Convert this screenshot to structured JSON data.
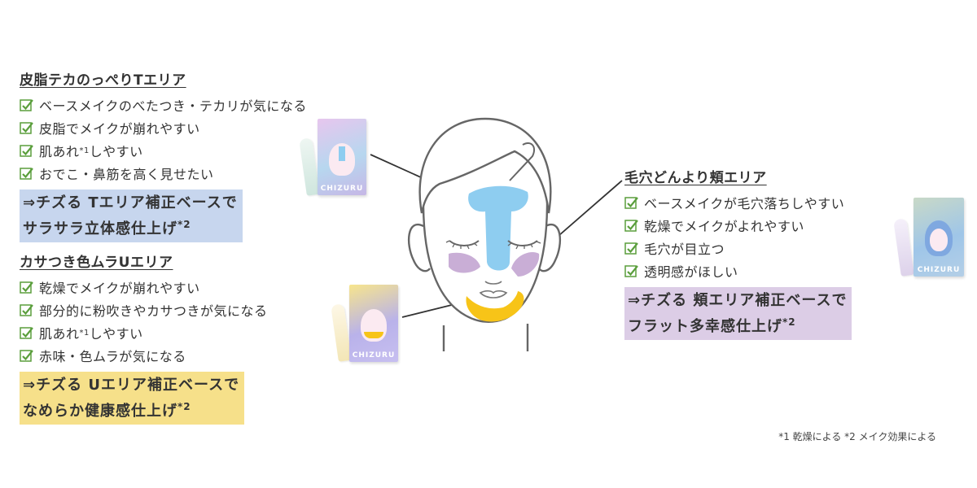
{
  "colors": {
    "t_zone": "#8ecdf0",
    "cheek": "#c9aed6",
    "u_zone": "#f7c418",
    "check": "#5a9e3c",
    "callout_blue": "#c7d6ee",
    "callout_yellow": "#f6e08a",
    "callout_purple": "#dccde6"
  },
  "t_area": {
    "heading": "皮脂テカのっぺりTエリア",
    "items": [
      {
        "text": "ベースメイクのべたつき・テカリが気になる"
      },
      {
        "text": "皮脂でメイクが崩れやすい"
      },
      {
        "text": "肌あれ",
        "note": "*1",
        "after": "しやすい"
      },
      {
        "text": "おでこ・鼻筋を高く見せたい"
      }
    ],
    "callout_line1": "⇒チズる Tエリア補正ベースで",
    "callout_line2": "サラサラ立体感仕上げ",
    "callout_note": "*2"
  },
  "u_area": {
    "heading": "カサつき色ムラUエリア",
    "items": [
      {
        "text": "乾燥でメイクが崩れやすい"
      },
      {
        "text": "部分的に粉吹きやカサつきが気になる"
      },
      {
        "text": "肌あれ",
        "note": "*1",
        "after": "しやすい"
      },
      {
        "text": "赤味・色ムラが気になる"
      }
    ],
    "callout_line1": "⇒チズる Uエリア補正ベースで",
    "callout_line2": "なめらか健康感仕上げ",
    "callout_note": "*2"
  },
  "cheek_area": {
    "heading": "毛穴どんより頬エリア",
    "items": [
      {
        "text": "ベースメイクが毛穴落ちしやすい"
      },
      {
        "text": "乾燥でメイクがよれやすい"
      },
      {
        "text": "毛穴が目立つ"
      },
      {
        "text": "透明感がほしい"
      }
    ],
    "callout_line1": "⇒チズる 頬エリア補正ベースで",
    "callout_line2": "フラット多幸感仕上げ",
    "callout_note": "*2"
  },
  "products": {
    "brand": "CHIZURU"
  },
  "footnote": "*1 乾燥による *2 メイク効果による"
}
